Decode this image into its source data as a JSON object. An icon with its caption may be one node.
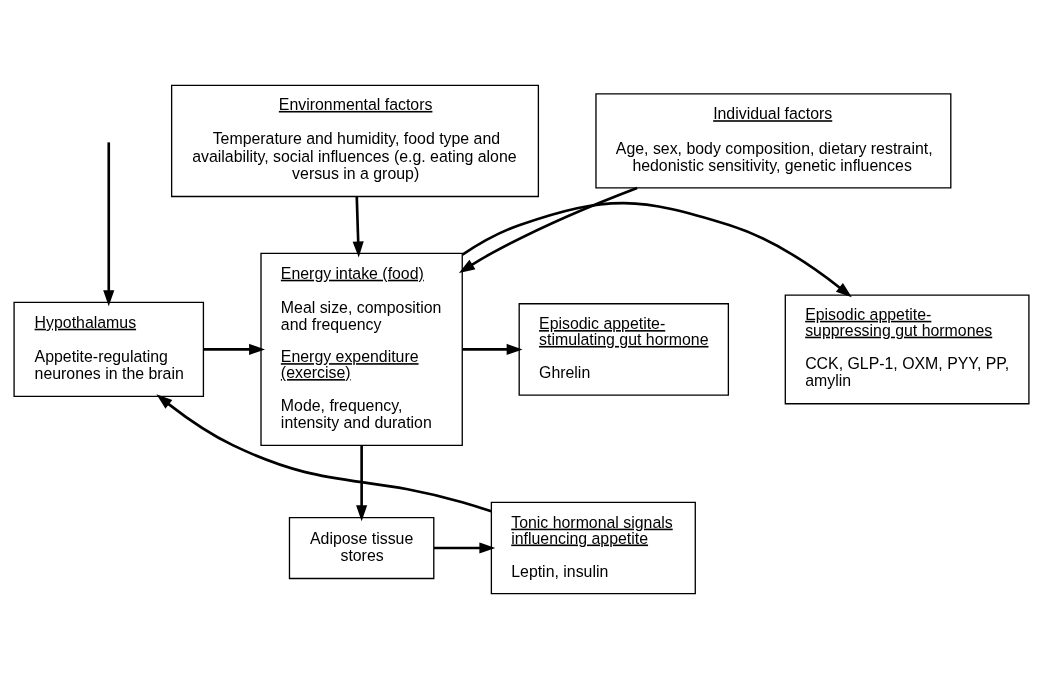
{
  "diagram": {
    "nodes": [
      {
        "text": [
          "Environmental factors",
          "Temperature and humidity, food type and availability, social influences (e.g. eating alone versus in a group)"
        ]
      },
      {
        "text": [
          "Individual factors",
          "Age, sex, body composition, dietary restraint, hedonistic sensitivity, genetic influences"
        ]
      },
      {
        "text": [
          "Hypothalamus",
          "Appetite-regulating neurones in the brain"
        ]
      },
      {
        "text": [
          "Energy intake (food)",
          "Meal size, composition and frequency",
          "Energy expenditure (exercise)",
          "Mode, frequency, intensity and duration"
        ]
      },
      {
        "text": [
          "Episodic appetite-suppressing gut hormones",
          "CCK, GLP-1, OXM, PYY, PP, amylin"
        ]
      },
      {
        "text": [
          "Episodic appetite-stimulating gut hormone",
          "Ghrelin"
        ]
      },
      {
        "text": [
          "Tonic hormonal signals influencing appetite",
          "Leptin, insulin"
        ]
      },
      {
        "text": [
          "Adipose tissue stores"
        ]
      }
    ],
    "edges": [
      {
        "from": 0,
        "to": 3,
        "arrow": "to"
      },
      {
        "from": 1,
        "to": 3,
        "arrow": "to"
      },
      {
        "from": 2,
        "to": 3,
        "arrow": "to"
      },
      {
        "from": 3,
        "to": 4,
        "arrow": "to"
      },
      {
        "from": 3,
        "to": 5,
        "arrow": "to"
      },
      {
        "from": 3,
        "to": 7,
        "arrow": "to"
      },
      {
        "from": 7,
        "to": 6,
        "arrow": "to"
      },
      {
        "from": 6,
        "to": 2,
        "arrow": "to"
      },
      {
        "from": null,
        "to": 2,
        "arrow": "to"
      }
    ]
  }
}
